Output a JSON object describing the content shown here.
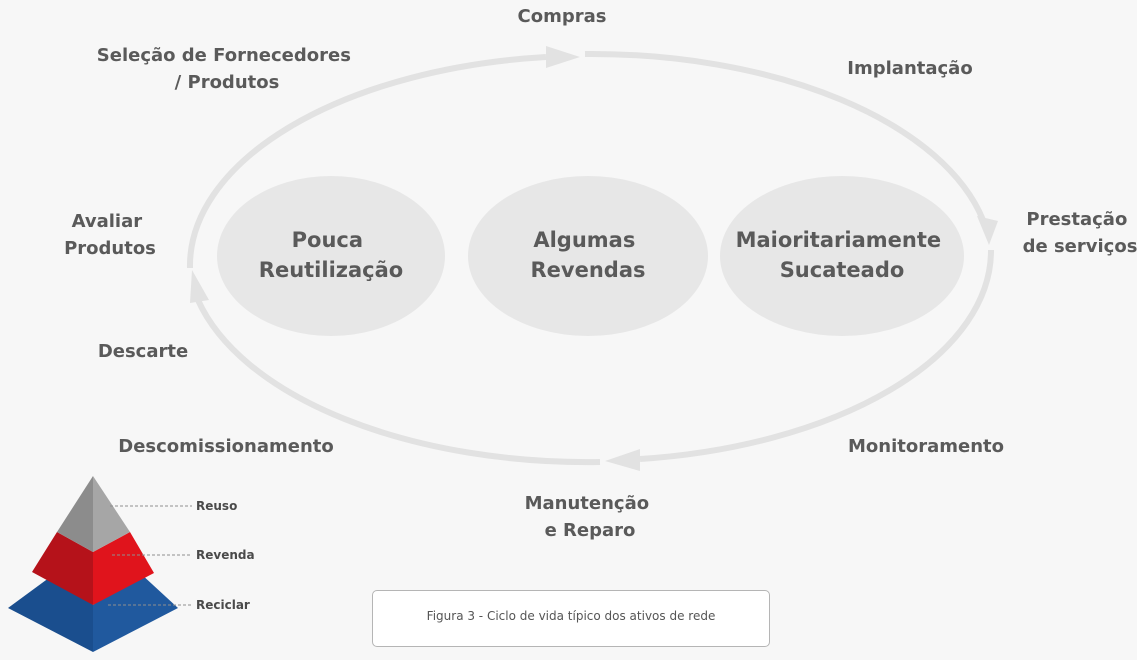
{
  "colors": {
    "background": "#f7f7f7",
    "cycle_line": "#e2e2e2",
    "center_ellipse": "#e7e7e7",
    "label_text": "#5a5a5a",
    "pyramid_top": "#9b9b9b",
    "pyramid_middle": "#e0141c",
    "pyramid_bottom": "#1f5aa0"
  },
  "cycle": {
    "stages": [
      {
        "id": "compras",
        "lines": [
          "Compras"
        ]
      },
      {
        "id": "implantacao",
        "lines": [
          "Implantação"
        ]
      },
      {
        "id": "prestacao",
        "lines": [
          "Prestação",
          "de serviços"
        ]
      },
      {
        "id": "monitoramento",
        "lines": [
          "Monitoramento"
        ]
      },
      {
        "id": "manutencao",
        "lines": [
          "Manutenção",
          "e Reparo"
        ]
      },
      {
        "id": "descomissionamento",
        "lines": [
          "Descomissionamento"
        ]
      },
      {
        "id": "descarte",
        "lines": [
          "Descarte"
        ]
      },
      {
        "id": "avaliar",
        "lines": [
          "Avaliar",
          "Produtos"
        ]
      },
      {
        "id": "selecao",
        "lines": [
          "Seleção de Fornecedores",
          "/ Produtos"
        ]
      }
    ]
  },
  "outcomes": [
    {
      "id": "pouca",
      "lines": [
        "Pouca",
        "Reutilização"
      ]
    },
    {
      "id": "algumas",
      "lines": [
        "Algumas",
        "Revendas"
      ]
    },
    {
      "id": "maioritariamente",
      "lines": [
        "Maioritariamente",
        "Sucateado"
      ]
    }
  ],
  "pyramid": {
    "levels": [
      {
        "id": "reuso",
        "label": "Reuso"
      },
      {
        "id": "revenda",
        "label": "Revenda"
      },
      {
        "id": "reciclar",
        "label": "Reciclar"
      }
    ]
  },
  "caption": "Figura 3 - Ciclo de vida típico dos ativos de rede"
}
